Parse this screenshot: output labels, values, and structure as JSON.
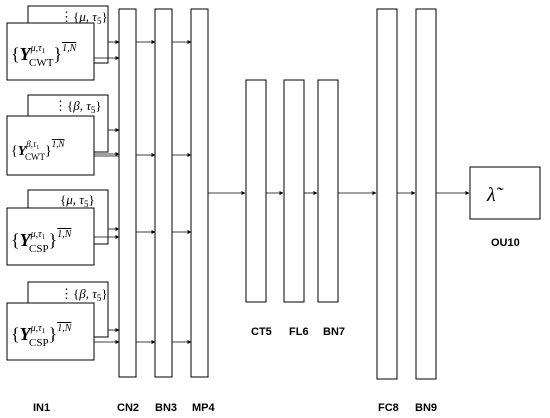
{
  "inputs": [
    {
      "tag_sym": "μ",
      "tag_tau": "τ",
      "tag_tau_sub": "5",
      "sym": "Y",
      "sup_a": "μ",
      "sup_b": "τ",
      "sup_b_sub": "1",
      "sub": "CWT",
      "range": "1,N"
    },
    {
      "tag_sym": "β",
      "tag_tau": "τ",
      "tag_tau_sub": "5",
      "sym": "Y",
      "sup_a": "β",
      "sup_b": "τ",
      "sup_b_sub": "1",
      "sub": "CWT",
      "range": "1,N"
    },
    {
      "tag_sym": "μ",
      "tag_tau": "τ",
      "tag_tau_sub": "5",
      "sym": "Y",
      "sup_a": "μ",
      "sup_b": "τ",
      "sup_b_sub": "1",
      "sub": "CSP",
      "range": "1,N"
    },
    {
      "tag_sym": "β",
      "tag_tau": "τ",
      "tag_tau_sub": "5",
      "sym": "Y",
      "sup_a": "μ",
      "sup_b": "τ",
      "sup_b_sub": "1",
      "sub": "CSP",
      "range": "1,N"
    }
  ],
  "output_symbol": "λ̃",
  "labels": {
    "in1": "IN1",
    "cn2": "CN2",
    "bn3": "BN3",
    "mp4": "MP4",
    "ct5": "CT5",
    "fl6": "FL6",
    "bn7": "BN7",
    "fc8": "FC8",
    "bn9": "BN9",
    "ou10": "OU10"
  }
}
